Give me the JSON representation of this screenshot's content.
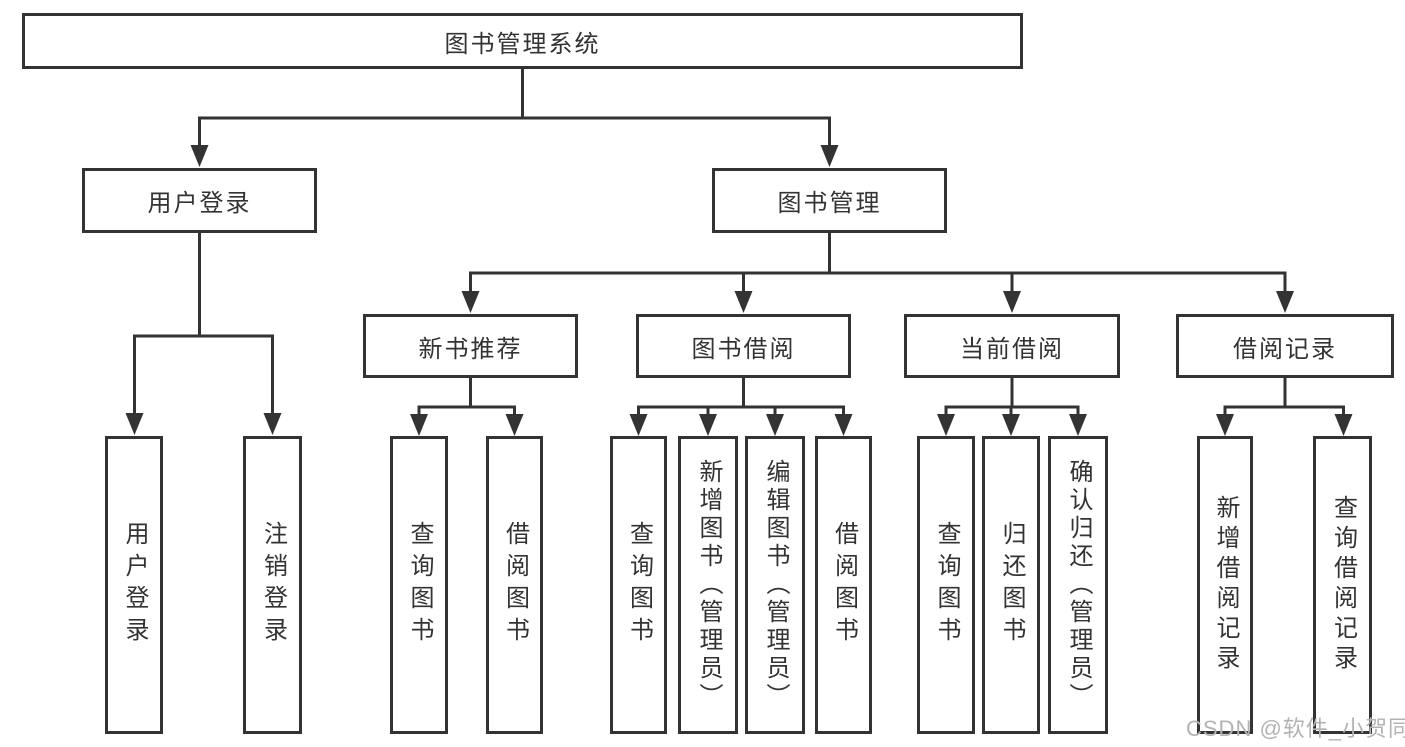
{
  "diagram": {
    "title": "图书管理系统",
    "root": "图书管理系统",
    "level2": [
      "用户登录",
      "图书管理"
    ],
    "level3": [
      "新书推荐",
      "图书借阅",
      "当前借阅",
      "借阅记录"
    ],
    "leaves": [
      "用户登录",
      "注销登录",
      "查询图书",
      "借阅图书",
      "查询图书",
      "新增图书（管理员）",
      "编辑图书（管理员）",
      "借阅图书",
      "查询图书",
      "归还图书",
      "确认归还（管理员）",
      "新增借阅记录",
      "查询借阅记录"
    ],
    "hierarchy": {
      "图书管理系统": {
        "用户登录": [
          "用户登录",
          "注销登录"
        ],
        "图书管理": {
          "新书推荐": [
            "查询图书",
            "借阅图书"
          ],
          "图书借阅": [
            "查询图书",
            "新增图书（管理员）",
            "编辑图书（管理员）",
            "借阅图书"
          ],
          "当前借阅": [
            "查询图书",
            "归还图书",
            "确认归还（管理员）"
          ],
          "借阅记录": [
            "新增借阅记录",
            "查询借阅记录"
          ]
        }
      }
    },
    "colors": {
      "line": "#333333",
      "text": "#333333",
      "box_border": "#333333",
      "box_fill": "#ffffff",
      "background": "#ffffff",
      "watermark_text": "#b3b3b3"
    }
  },
  "watermark": "CSDN @软件_小贺同学"
}
